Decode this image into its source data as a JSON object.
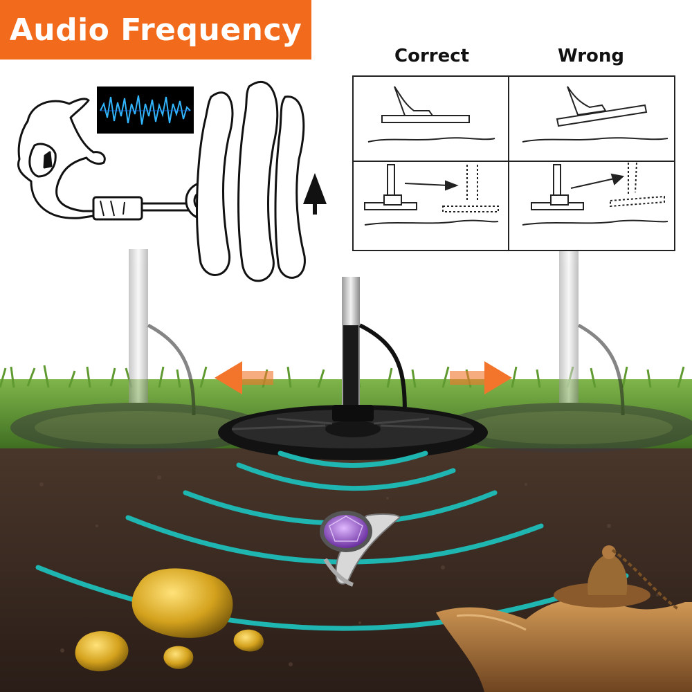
{
  "banner": {
    "title": "Audio Frequency"
  },
  "diagram": {
    "correct_label": "Correct",
    "wrong_label": "Wrong"
  },
  "colors": {
    "banner": "#f26b1d",
    "signal": "#1fb5b0",
    "soil": "#3a2a22",
    "grass": "#4f8b2c",
    "arrow": "#f2752b",
    "gold": "#d4a21d",
    "gem": "#9b5fd1"
  },
  "icons": [
    "waveform-icon",
    "sound-wave-icon",
    "up-arrow-icon",
    "left-arrow-icon",
    "right-arrow-icon"
  ]
}
